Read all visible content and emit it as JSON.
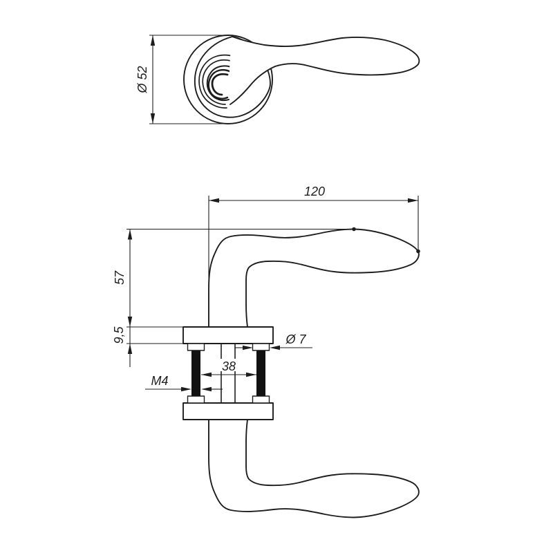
{
  "colors": {
    "background": "#ffffff",
    "line": "#1d1d1d"
  },
  "dimensions": {
    "rosette_diameter": "Ø 52",
    "lever_length": "120",
    "lever_height": "57",
    "rosette_thickness": "9,5",
    "bolt_spacing": "38",
    "bolt_hole_diameter": "Ø 7",
    "bolt_thread": "M4"
  }
}
